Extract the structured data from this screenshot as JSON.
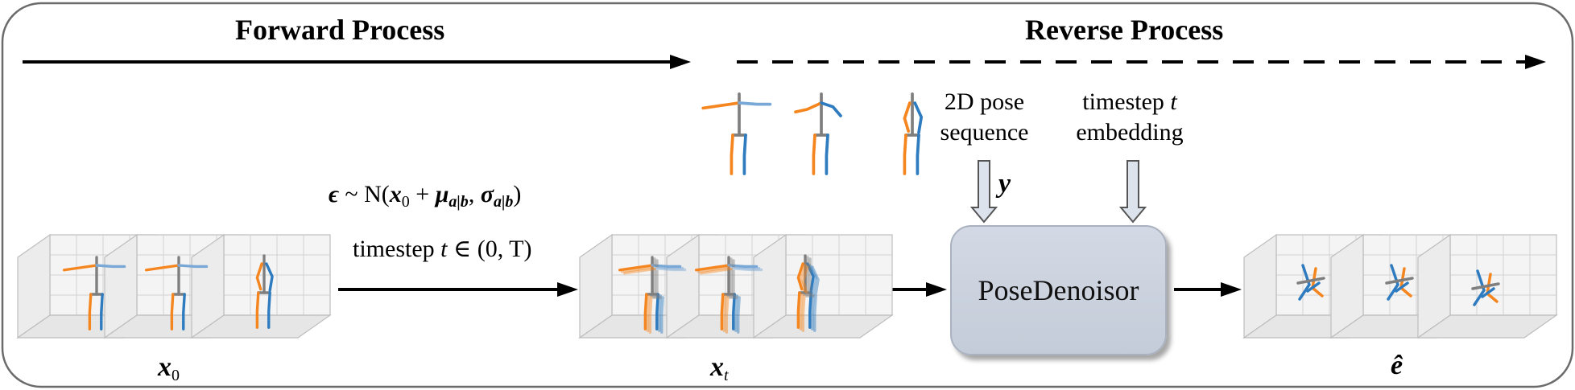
{
  "headers": {
    "forward": "Forward Process",
    "reverse": "Reverse Process"
  },
  "labels": {
    "pose_seq": [
      "2D pose",
      "sequence"
    ],
    "timestep_emb": [
      "timestep",
      "embedding"
    ],
    "timestep_emb_var": "t",
    "y": "y",
    "denoiser": "PoseDenoisor",
    "timestep_range": "timestep",
    "timestep_range_t": "t",
    "timestep_range_rest": "∈ (0, T)",
    "epsilon_lhs": "ϵ",
    "epsilon_mid": " ~ N(",
    "x": "x",
    "x0_sub": "0",
    "plus": " + ",
    "mu": "μ",
    "ab": "a|b",
    "comma": ", ",
    "sigma": "σ",
    "close": ")",
    "x_t_sub": "t",
    "e_hat": "ê"
  },
  "colors": {
    "orange": "#f5861f",
    "blue": "#2e7bbf",
    "gray": "#7f7f7f",
    "lightblue": "#7aa8d6"
  }
}
